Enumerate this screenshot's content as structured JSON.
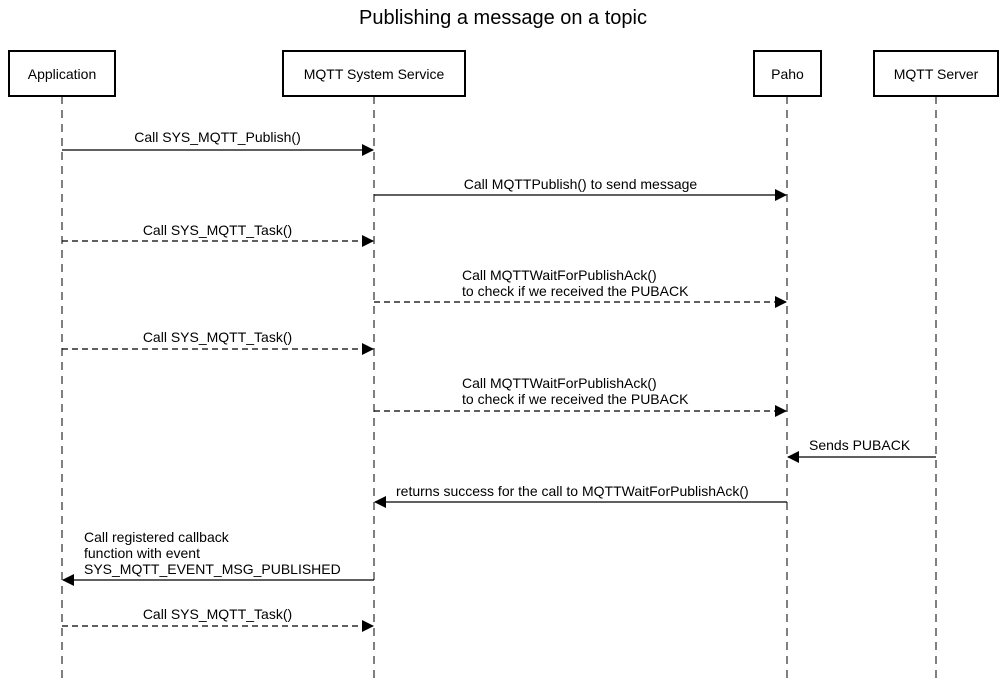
{
  "title": "Publishing a message on a topic",
  "actors": {
    "application": "Application",
    "mqtt_service": "MQTT System Service",
    "paho": "Paho",
    "server": "MQTT Server"
  },
  "messages": [
    {
      "from": "application",
      "to": "mqtt_service",
      "style": "solid",
      "label": [
        "Call SYS_MQTT_Publish()"
      ]
    },
    {
      "from": "mqtt_service",
      "to": "paho",
      "style": "solid",
      "label": [
        "Call MQTTPublish() to send message"
      ]
    },
    {
      "from": "application",
      "to": "mqtt_service",
      "style": "dashed",
      "label": [
        "Call SYS_MQTT_Task()"
      ]
    },
    {
      "from": "mqtt_service",
      "to": "paho",
      "style": "dashed",
      "label": [
        "Call MQTTWaitForPublishAck()",
        "to check if we received the PUBACK"
      ]
    },
    {
      "from": "application",
      "to": "mqtt_service",
      "style": "dashed",
      "label": [
        "Call SYS_MQTT_Task()"
      ]
    },
    {
      "from": "mqtt_service",
      "to": "paho",
      "style": "dashed",
      "label": [
        "Call MQTTWaitForPublishAck()",
        "to check if we received the PUBACK"
      ]
    },
    {
      "from": "server",
      "to": "paho",
      "style": "solid",
      "label": [
        "Sends PUBACK"
      ]
    },
    {
      "from": "paho",
      "to": "mqtt_service",
      "style": "solid",
      "label": [
        "returns success for the call to MQTTWaitForPublishAck()"
      ]
    },
    {
      "from": "mqtt_service",
      "to": "application",
      "style": "solid",
      "label": [
        "Call registered callback",
        "function with event",
        "SYS_MQTT_EVENT_MSG_PUBLISHED"
      ]
    },
    {
      "from": "application",
      "to": "mqtt_service",
      "style": "dashed",
      "label": [
        "Call SYS_MQTT_Task()"
      ]
    }
  ]
}
